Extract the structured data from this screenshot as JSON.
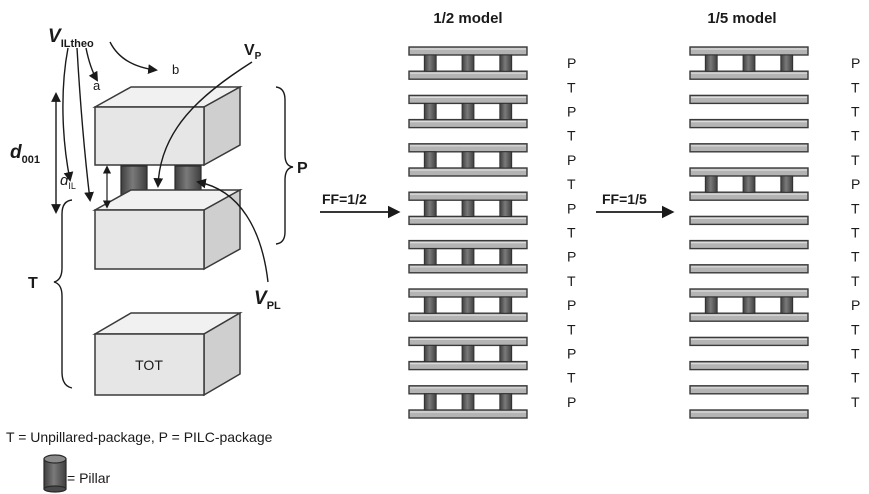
{
  "left_schematic": {
    "v_iltheo": {
      "main": "V",
      "sub": "ILtheo"
    },
    "arrow_a": "a",
    "arrow_b": "b",
    "v_p": {
      "main": "V",
      "sub": "P"
    },
    "d001": {
      "main": "d",
      "sub": "001"
    },
    "d_il": {
      "main": "d",
      "sub": "IL"
    },
    "p_brace": "P",
    "t_brace": "T",
    "v_pl": {
      "main": "V",
      "sub": "PL"
    },
    "tot_block": "TOT"
  },
  "arrows": {
    "ff_half": "FF=1/2",
    "ff_fifth": "FF=1/5"
  },
  "model_half": {
    "title": "1/2 model",
    "sequence": [
      "P",
      "T",
      "P",
      "T",
      "P",
      "T",
      "P",
      "T",
      "P",
      "T",
      "P",
      "T",
      "P",
      "T",
      "P"
    ]
  },
  "model_fifth": {
    "title": "1/5 model",
    "sequence": [
      "P",
      "T",
      "T",
      "T",
      "T",
      "P",
      "T",
      "T",
      "T",
      "T",
      "P",
      "T",
      "T",
      "T",
      "T"
    ]
  },
  "legend": {
    "package_key": "T = Unpillared-package, P = PILC-package",
    "pillar_key": "= Pillar"
  },
  "colors": {
    "layer_fill": "#b4b4b4",
    "layer_stroke": "#3a3a3a",
    "pillar_fill": "#5f5f5f",
    "block_face": "#e6e6e6",
    "block_top": "#f1f1f1",
    "block_side": "#cfcfcf"
  }
}
